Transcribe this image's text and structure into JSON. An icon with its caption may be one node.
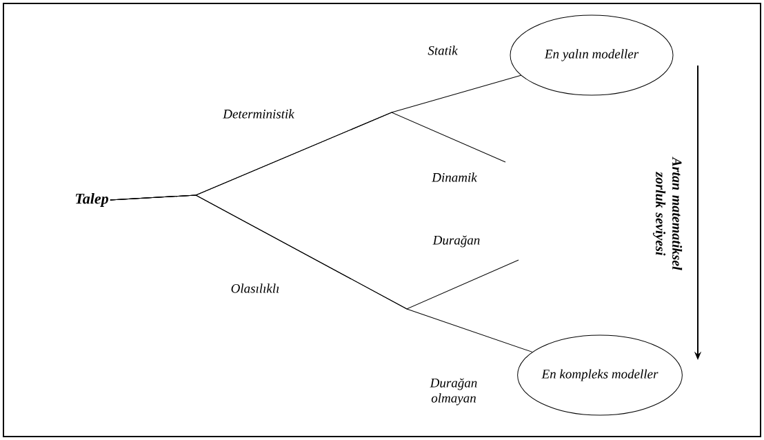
{
  "diagram": {
    "nodes": [
      {
        "text": [
          "Talep"
        ]
      },
      {
        "text": [
          "En yalın modeller"
        ]
      },
      {
        "text": [
          "En kompleks modeller"
        ]
      }
    ],
    "edges": [
      {
        "from": 0,
        "to": 1,
        "arrow": "none"
      },
      {
        "from": 0,
        "to": null,
        "arrow": "none"
      },
      {
        "from": 0,
        "to": null,
        "arrow": "none"
      },
      {
        "from": 0,
        "to": 2,
        "arrow": "none"
      }
    ],
    "labels": [
      "Statik",
      "Deterministik",
      "Dinamik",
      "Durağan",
      "Olasılıklı",
      "Durağan olmayan",
      "Artan matematiksel zorluk seviyesi"
    ]
  }
}
